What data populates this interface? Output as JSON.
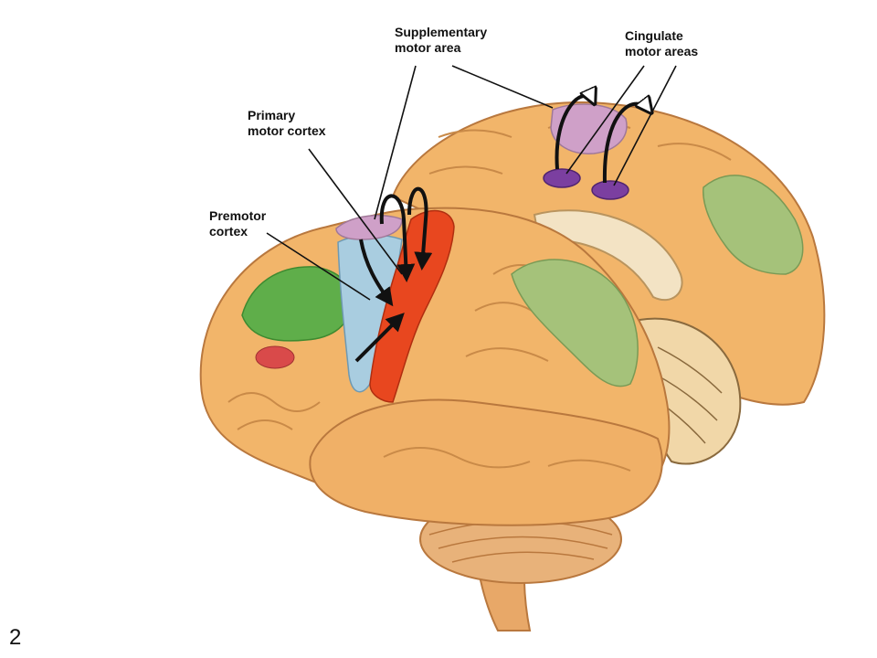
{
  "labels": {
    "supplementary_motor_area": {
      "line1": "Supplementary",
      "line2": "motor area"
    },
    "cingulate_motor_areas": {
      "line1": "Cingulate",
      "line2": "motor areas"
    },
    "primary_motor_cortex": {
      "line1": "Primary",
      "line2": "motor cortex"
    },
    "premotor_cortex": {
      "line1": "Premotor",
      "line2": "cortex"
    }
  },
  "slide_number": "2",
  "colors": {
    "brain": "#f2b56a",
    "brain_shade": "#d9914a",
    "primary_motor": "#e8471f",
    "premotor": "#a9cde0",
    "supplementary_motor": "#cfa0c8",
    "cingulate_motor": "#7b3fa0",
    "prefrontal_green": "#5fae4a",
    "association_green": "#a5c27a",
    "small_red_area": "#d94a4a",
    "cerebellum": "#e8b27a",
    "arrows": "#111111"
  }
}
